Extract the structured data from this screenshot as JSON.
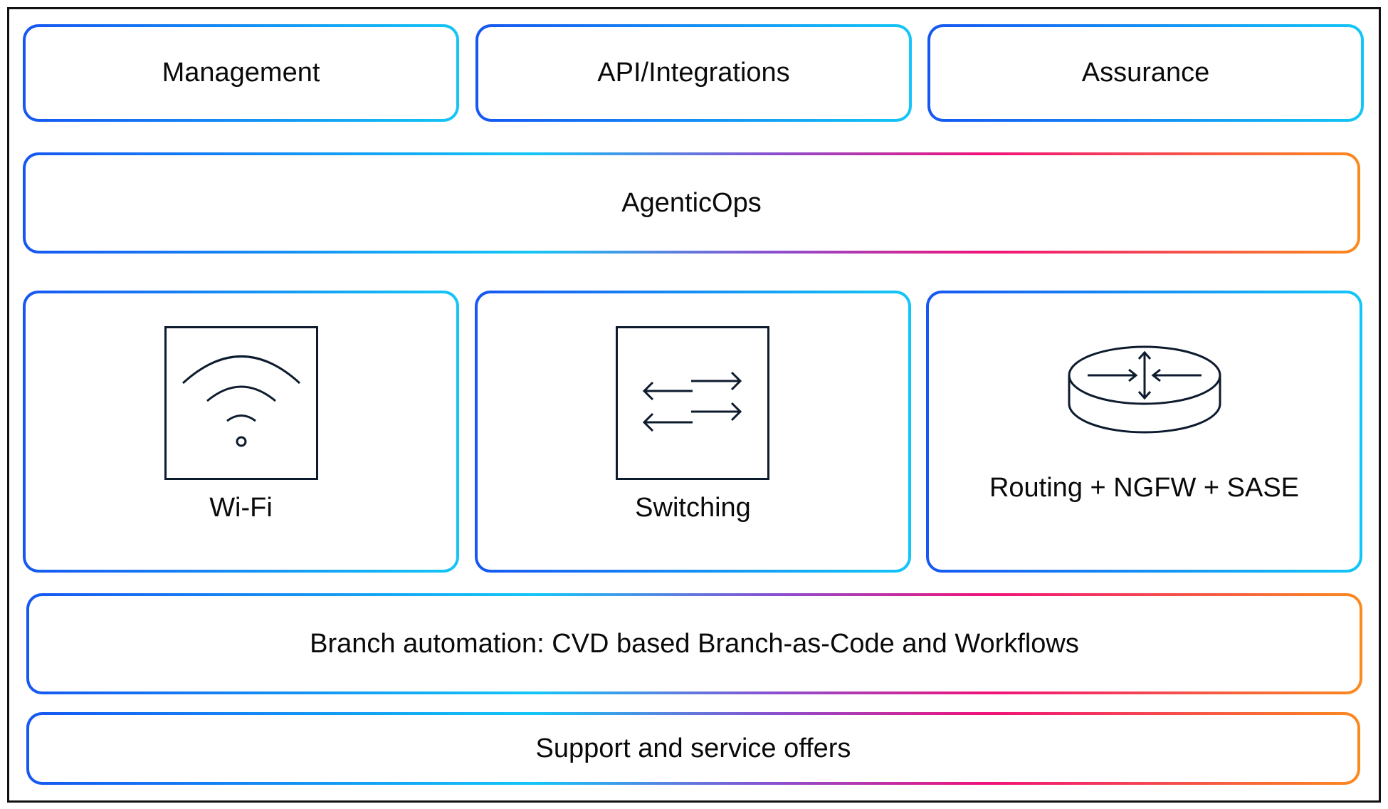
{
  "top_row": [
    "Management",
    "API/Integrations",
    "Assurance"
  ],
  "agentic": "AgenticOps",
  "products": [
    {
      "label": "Wi-Fi",
      "icon": "wifi-icon"
    },
    {
      "label": "Switching",
      "icon": "switch-icon"
    },
    {
      "label": "Routing + NGFW + SASE",
      "icon": "router-icon"
    }
  ],
  "automation": "Branch automation: CVD based Branch-as-Code and Workflows",
  "support": "Support and service offers",
  "colors": {
    "blue": "#1657f2",
    "cyan": "#14c6f6",
    "magenta": "#f0127a",
    "orange": "#fb8a1e",
    "icon_stroke": "#0d1b2e"
  }
}
